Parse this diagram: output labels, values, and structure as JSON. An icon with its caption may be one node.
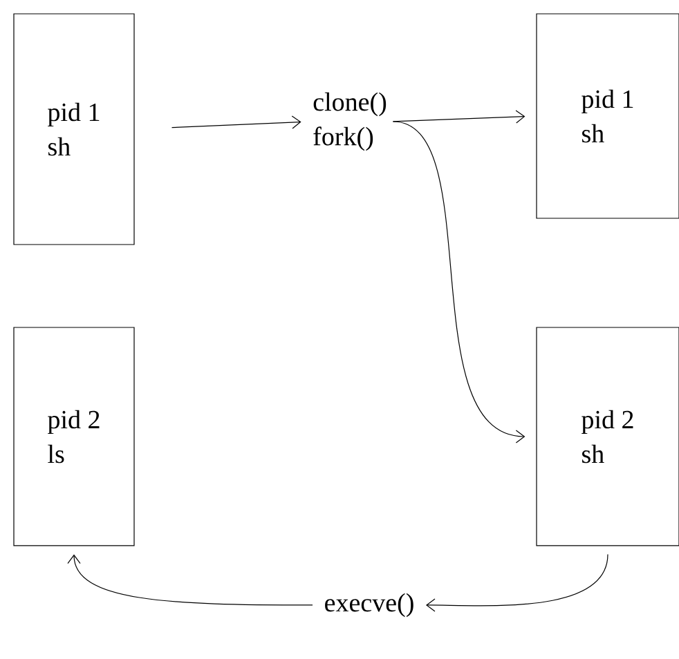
{
  "diagram": {
    "nodes": [
      {
        "text": [
          "pid 1",
          "sh"
        ]
      },
      {
        "text": [
          "pid 1",
          "sh"
        ]
      },
      {
        "text": [
          "pid 2",
          "ls"
        ]
      },
      {
        "text": [
          "pid 2",
          "sh"
        ]
      },
      {
        "text": [
          "clone()",
          "fork()"
        ]
      },
      {
        "text": [
          "execve()"
        ]
      }
    ],
    "edges": [
      {
        "from": 0,
        "to": 4,
        "arrow": "to"
      },
      {
        "from": 4,
        "to": 1,
        "arrow": "to"
      },
      {
        "from": 4,
        "to": 3,
        "arrow": "to"
      },
      {
        "from": 3,
        "to": 5,
        "arrow": "to"
      },
      {
        "from": 5,
        "to": 2,
        "arrow": "to"
      }
    ]
  }
}
